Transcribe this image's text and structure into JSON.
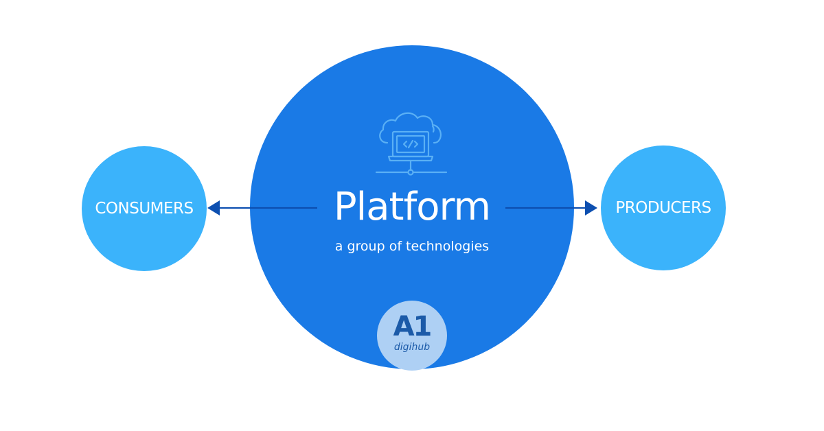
{
  "platform": {
    "title": "Platform",
    "subtitle": "a group of technologies"
  },
  "left_node": {
    "label": "CONSUMERS"
  },
  "right_node": {
    "label": "PRODUCERS"
  },
  "logo": {
    "mark": "A1",
    "sub": "digihub"
  },
  "icons": {
    "center": "cloud-computer-network-icon"
  },
  "colors": {
    "platform_circle": "#1a7ae6",
    "side_circle": "#3bb3fb",
    "arrow": "#0d4fb0",
    "icon_stroke": "#5ab0f5",
    "logo_badge": "#aed0f4",
    "logo_mark": "#1b5aa8"
  }
}
